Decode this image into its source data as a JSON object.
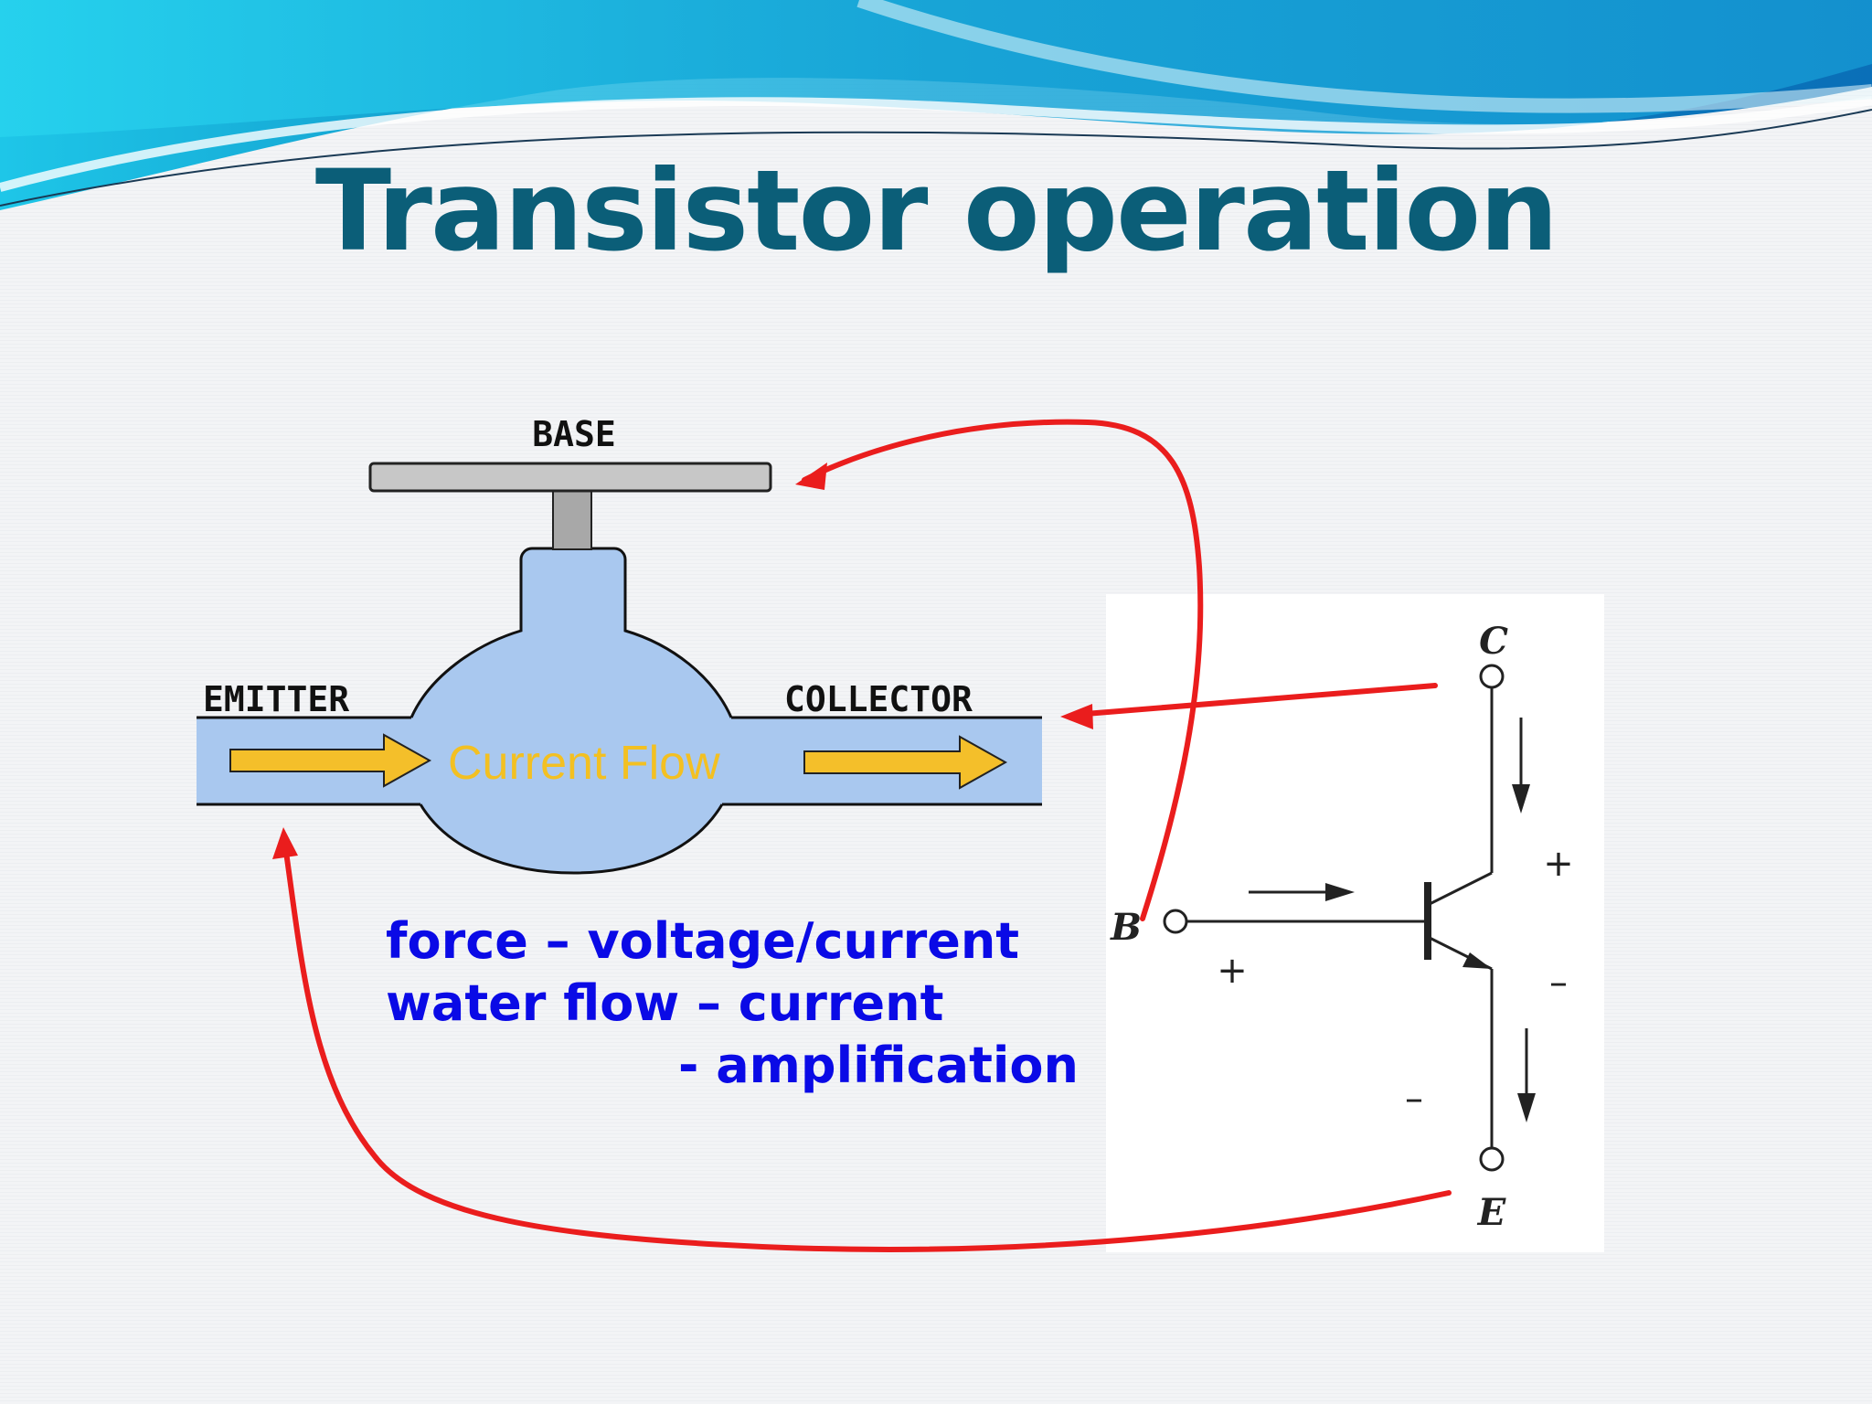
{
  "slide": {
    "title": "Transistor operation"
  },
  "valve": {
    "base_label": "BASE",
    "emitter_label": "EMITTER",
    "collector_label": "COLLECTOR",
    "flow_label": "Current Flow"
  },
  "captions": [
    "force – voltage/current",
    "water flow – current",
    "- amplification"
  ],
  "circuit": {
    "terminal_c": "C",
    "terminal_b": "B",
    "terminal_e": "E",
    "plus": "+",
    "minus": "–"
  },
  "colors": {
    "title": "#0b5e78",
    "water": "#a9c8ef",
    "arrow_fill": "#f4bf2a",
    "flow_text": "#f3c022",
    "connector": "#ea1d1d",
    "caption": "#0a0ae6",
    "handle": "#c7c7c7"
  },
  "icons": {
    "flow_arrow": "arrow-right-icon",
    "circuit_arrow": "arrow-down-icon"
  }
}
